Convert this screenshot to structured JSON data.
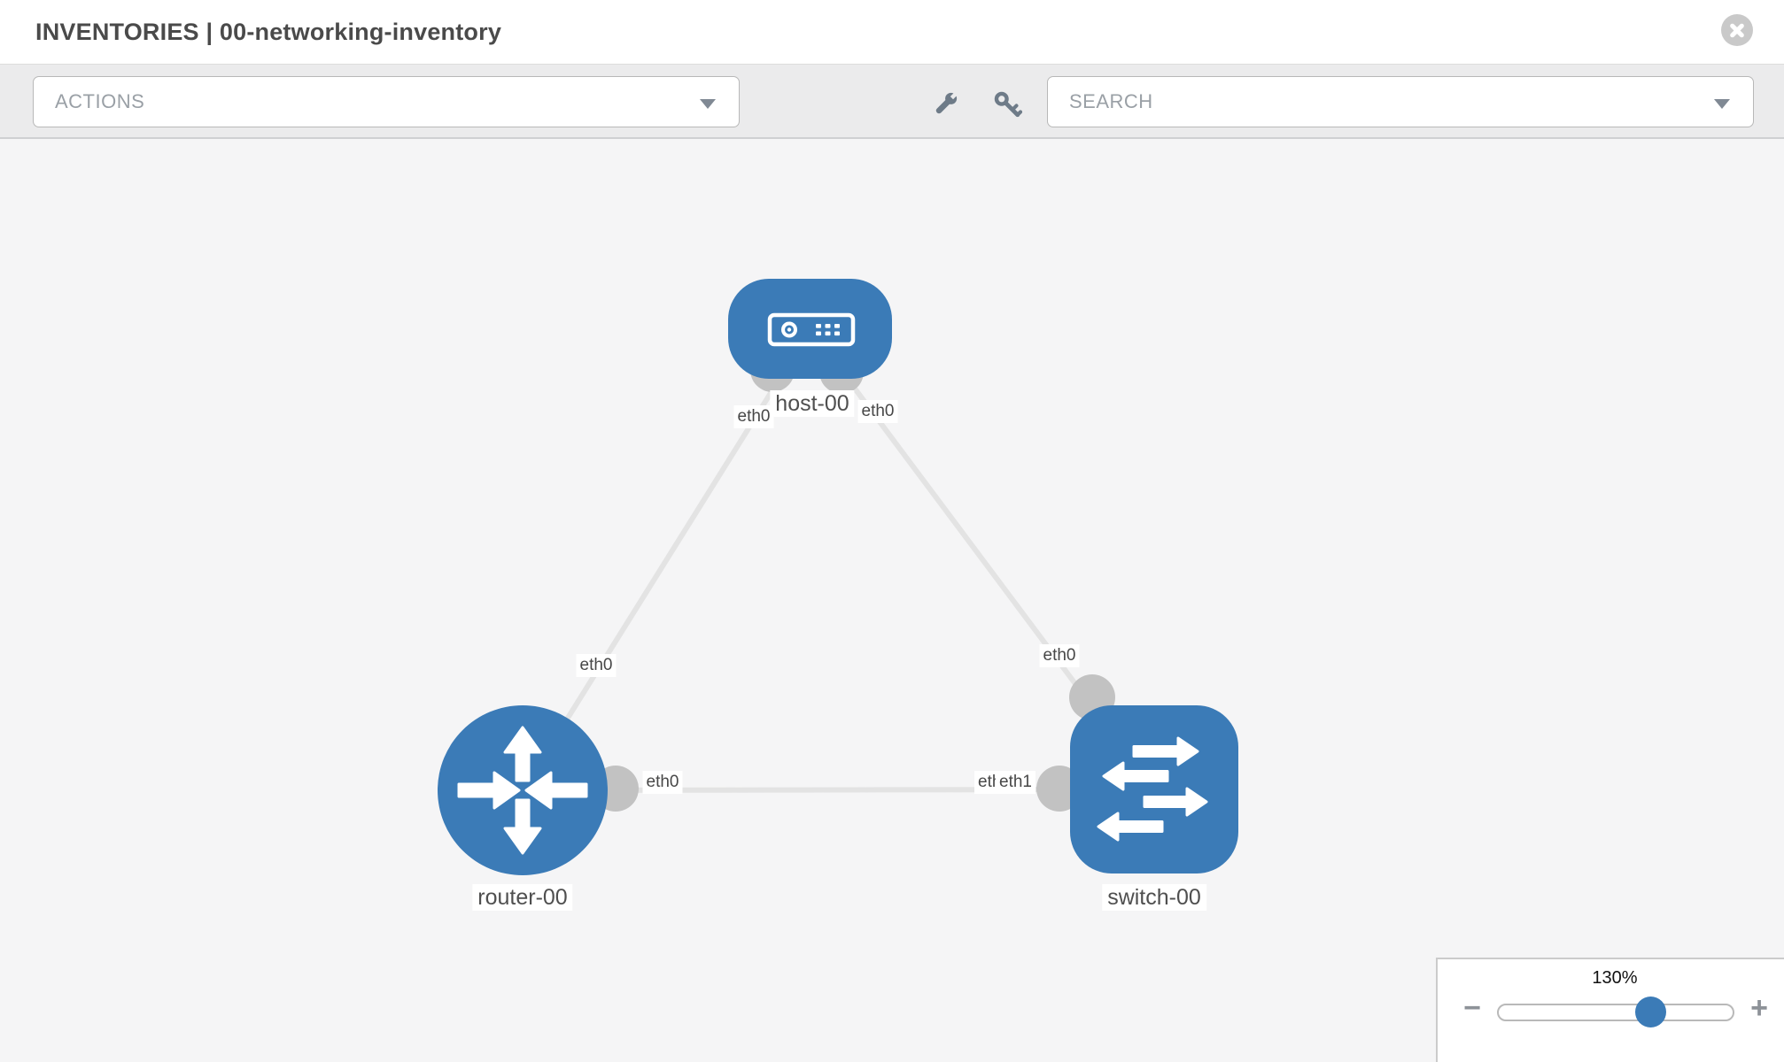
{
  "header": {
    "title": "INVENTORIES | 00-networking-inventory"
  },
  "toolbar": {
    "actions_label": "ACTIONS",
    "search_placeholder": "SEARCH",
    "icons": [
      "wrench-icon",
      "key-icon"
    ]
  },
  "topology": {
    "nodes": [
      {
        "id": "host-00",
        "label": "host-00",
        "type": "host",
        "shape": "rounded-rect",
        "icon": "server-icon"
      },
      {
        "id": "router-00",
        "label": "router-00",
        "type": "router",
        "shape": "circle",
        "icon": "router-arrows-icon"
      },
      {
        "id": "switch-00",
        "label": "switch-00",
        "type": "switch",
        "shape": "rounded-square",
        "icon": "switch-arrows-icon"
      }
    ],
    "links": [
      {
        "source": "host-00",
        "target": "router-00",
        "source_interface": "eth0",
        "target_interface": "eth0"
      },
      {
        "source": "host-00",
        "target": "switch-00",
        "source_interface": "eth0",
        "target_interface": "eth0"
      },
      {
        "source": "router-00",
        "target": "switch-00",
        "source_interface": "eth0",
        "target_interface": "eth1",
        "overlapped_label": "eth0"
      }
    ]
  },
  "zoom_control": {
    "value": "130%",
    "minus_label": "−",
    "plus_label": "+"
  },
  "colors": {
    "node_fill": "#3b7bb7",
    "link": "#e3e3e3",
    "connector": "#c2c2c2",
    "toolbar_bg": "#ebebec",
    "canvas_bg": "#f5f5f6",
    "knob": "#3b7bb7"
  }
}
